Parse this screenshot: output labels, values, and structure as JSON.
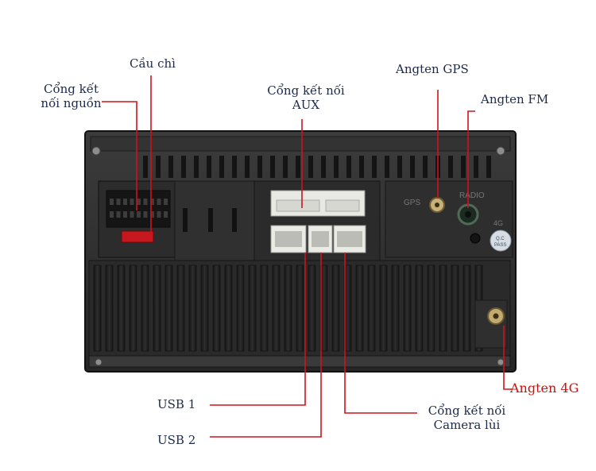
{
  "labels": {
    "power_port": [
      "Cổng kết",
      "nối nguồn"
    ],
    "fuse": "Cầu chì",
    "aux_port": [
      "Cổng kết nối",
      "AUX"
    ],
    "gps_antenna": "Angten GPS",
    "fm_antenna": "Angten FM",
    "lte_antenna": "Angten 4G",
    "usb1": "USB 1",
    "usb2": "USB 2",
    "camera_port": [
      "Cổng kết nối",
      "Camera lùi"
    ]
  },
  "panel_marks": {
    "gps": "GPS",
    "radio": "RADIO",
    "lte": "4G",
    "qc": [
      "Q.C",
      "PASS"
    ]
  },
  "colors": {
    "leader_line": "#d0121b",
    "label_text": "#1b2a4a",
    "highlight_label": "#c81212",
    "chassis": "#2a2a2a"
  }
}
